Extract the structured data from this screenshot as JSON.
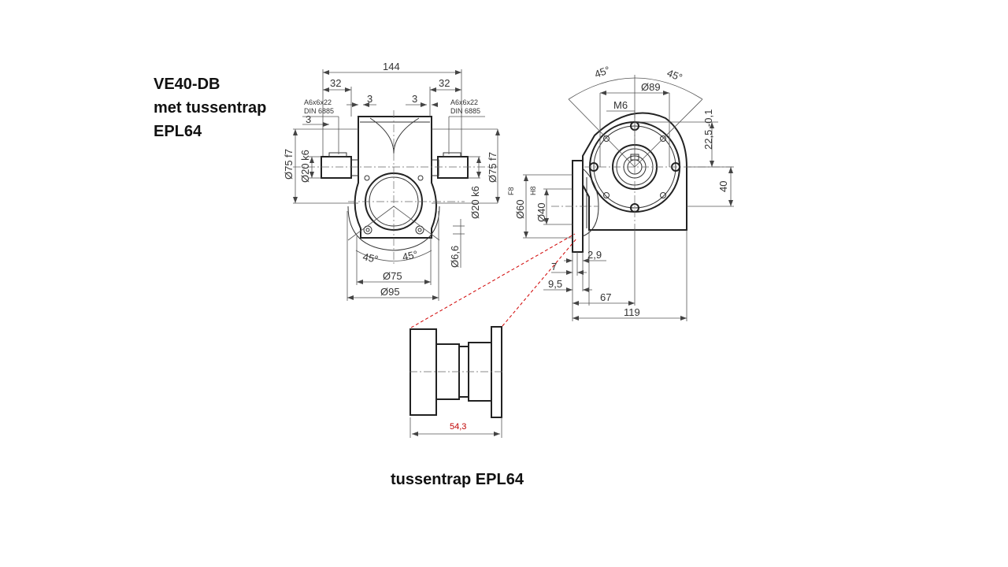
{
  "title": {
    "line1": "VE40-DB",
    "line2": "met tussentrap",
    "line3": "EPL64"
  },
  "caption": "tussentrap EPL64",
  "front_view": {
    "overall_width": "144",
    "left_offset": "32",
    "right_offset": "32",
    "key_left": "A6x6x22",
    "key_left_std": "DIN 6885",
    "key_right": "A6x6x22",
    "key_right_std": "DIN 6885",
    "gap_left": "3",
    "gap_right": "3",
    "small_left": "3",
    "dia_75_left": "Ø75 f7",
    "dia_20_left": "Ø20 k6",
    "dia_75_right": "Ø75 f7",
    "dia_20_right": "Ø20 k6",
    "hole": "Ø6,6",
    "angle_left": "45°",
    "angle_right": "45°",
    "bottom_dia_1": "Ø75",
    "bottom_dia_2": "Ø95"
  },
  "side_view": {
    "angle_left": "45°",
    "angle_right": "45°",
    "dia_89": "Ø89",
    "thread": "M6",
    "height_top": "22,5 -0,1",
    "height_40": "40",
    "fit_f8": "F8",
    "fit_h8": "H8",
    "dia_60": "Ø60",
    "dia_40": "Ø40",
    "dim_2_9": "2,9",
    "dim_7": "7",
    "dim_9_5": "9,5",
    "dim_67": "67",
    "dim_119": "119"
  },
  "detail": {
    "length": "54,3"
  },
  "colors": {
    "drawing": "#333333",
    "callout": "#d00000"
  }
}
